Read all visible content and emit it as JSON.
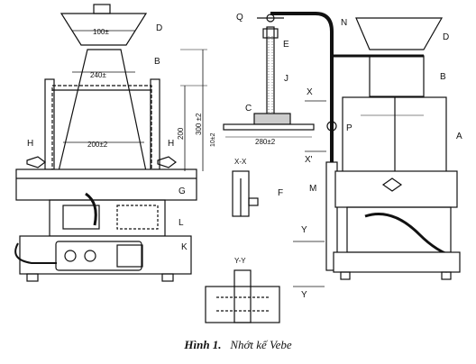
{
  "caption": {
    "number": "Hình 1.",
    "title": "Nhớt kế Vebe"
  },
  "labels": {
    "A": "A",
    "B": "B",
    "C": "C",
    "D": "D",
    "E": "E",
    "F": "F",
    "G": "G",
    "H": "H",
    "J": "J",
    "K": "K",
    "L": "L",
    "M": "M",
    "N": "N",
    "P": "P",
    "Q": "Q"
  },
  "dimensions": {
    "top_diameter": "100±",
    "cone_upper": "240±",
    "cone_base": "200±2",
    "height_200": "200",
    "height_300": "300 ±2",
    "disc_280": "280±2",
    "disc_10": "10±2"
  },
  "sections": {
    "xx_title": "X-X",
    "yy_title": "Y-Y",
    "x": "X",
    "x_prime": "X'",
    "y": "Y"
  }
}
